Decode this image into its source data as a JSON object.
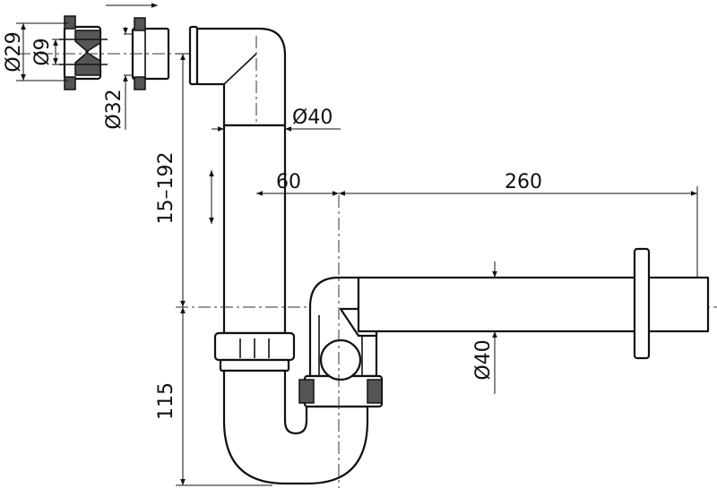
{
  "dimensions": {
    "outer_adapter_diameter": "Ø29",
    "inner_adapter_diameter": "Ø9",
    "adapter_sleeve_diameter": "Ø32",
    "pipe_diameter_vertical": "Ø40",
    "height_range": "15–192",
    "trap_offset": "60",
    "outlet_length": "260",
    "pipe_diameter_outlet": "Ø40",
    "trap_depth": "115"
  }
}
